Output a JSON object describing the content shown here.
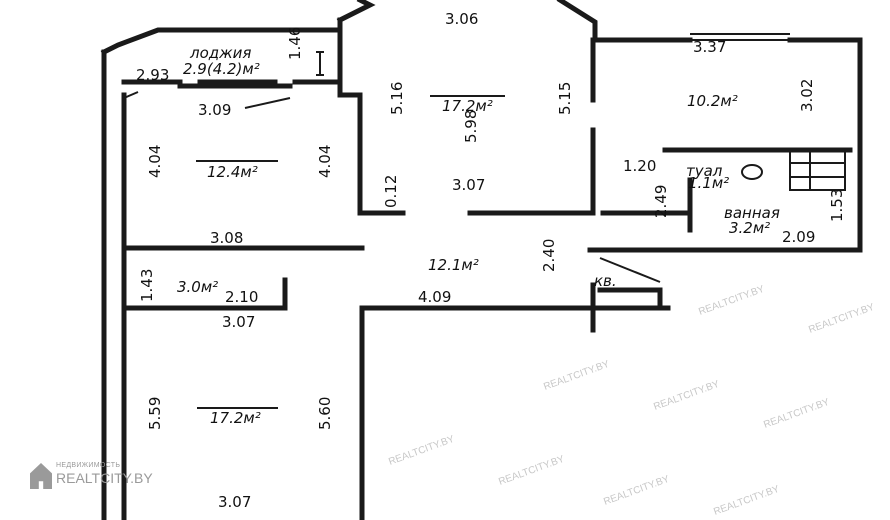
{
  "plan": {
    "loggia": {
      "name": "лоджия",
      "area": "2.9(4.2)м²",
      "dim_side": "1.46",
      "dim_left": "2.93",
      "dim_bottom": "3.09"
    },
    "room_top_center": {
      "dim_top": "3.06",
      "dim_left": "5.16",
      "dim_right": "5.15",
      "area": "17.2м²",
      "dim_depth": "5.98",
      "dim_bottom": "3.07",
      "dim_small": "0.12"
    },
    "room_top_right": {
      "dim_top": "3.37",
      "area": "10.2м²",
      "dim_right": "3.02"
    },
    "room_left_top": {
      "dim_left": "4.04",
      "area": "12.4м²",
      "dim_right": "4.04",
      "dim_bottom": "3.08"
    },
    "wc": {
      "name": "туал",
      "dim": "1.20",
      "area": "1.1м²"
    },
    "bathroom": {
      "name": "ванная",
      "area": "3.2м²",
      "dim_width": "2.09",
      "dim_side": "1.53",
      "dim_left": "2.49"
    },
    "hall": {
      "area": "12.1м²",
      "dim_right": "2.40",
      "dim_bottom": "4.09",
      "door_label": "кв."
    },
    "storage": {
      "dim_left": "1.43",
      "area": "3.0м²",
      "dim_right": "2.10",
      "dim_bottom": "3.07"
    },
    "room_bottom_left": {
      "dim_left": "5.59",
      "area": "17.2м²",
      "dim_right": "5.60",
      "dim_bottom": "3.07"
    }
  },
  "watermark": {
    "brand_top": "НЕДВИЖИМОСТЬ",
    "brand_main": "REALTCITY.BY",
    "repeat_text": "REALTCITY.BY"
  }
}
